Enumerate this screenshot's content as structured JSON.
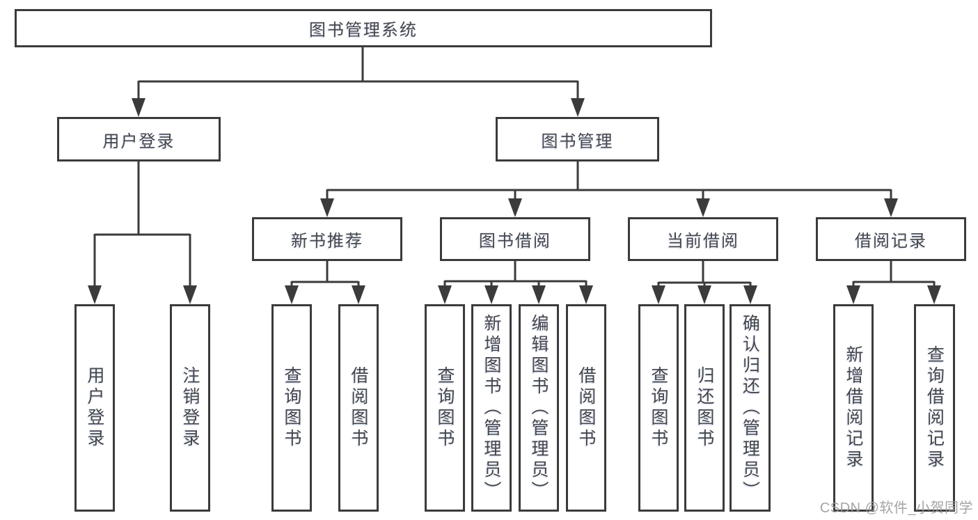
{
  "title": "图书管理系统",
  "watermark": "CSDN @软件_小贺同学",
  "colors": {
    "line": "#3b3b3b",
    "text": "#46464a",
    "watermark": "#9b9b9b",
    "background": "#ffffff"
  },
  "level2": {
    "user_login": "用户登录",
    "book_mgmt": "图书管理"
  },
  "user_login_children": [
    "用户登录",
    "注销登录"
  ],
  "sections": [
    {
      "label": "新书推荐",
      "children": [
        "查询图书",
        "借阅图书"
      ]
    },
    {
      "label": "图书借阅",
      "children": [
        "查询图书",
        "新增图书（管理员）",
        "编辑图书（管理员）",
        "借阅图书"
      ]
    },
    {
      "label": "当前借阅",
      "children": [
        "查询图书",
        "归还图书",
        "确认归还（管理员）"
      ]
    },
    {
      "label": "借阅记录",
      "children": [
        "新增借阅记录",
        "查询借阅记录"
      ]
    }
  ]
}
